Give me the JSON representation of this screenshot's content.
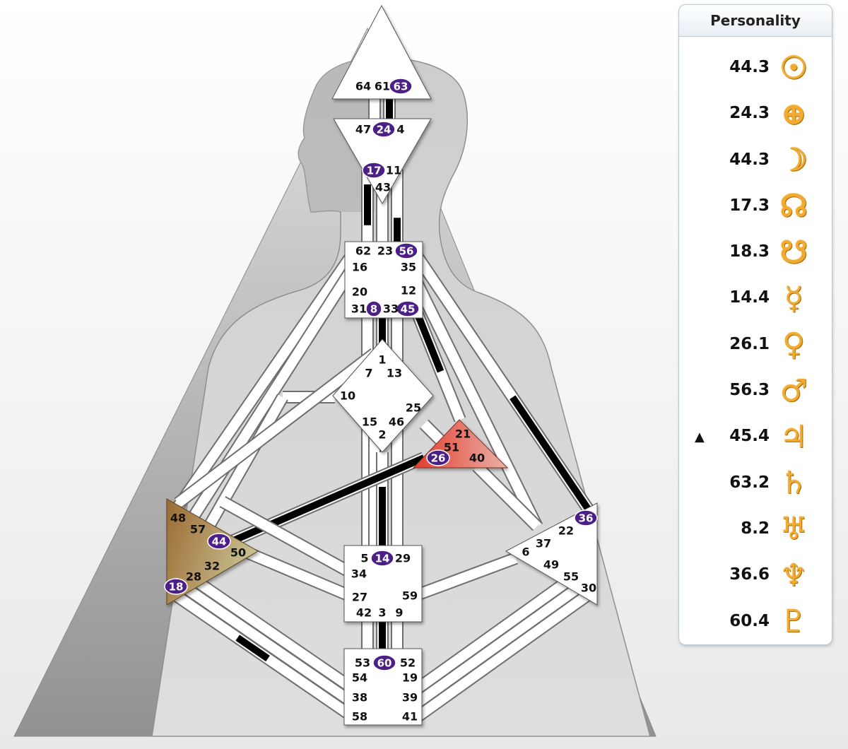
{
  "bodygraph": {
    "gates": [
      {
        "number": "64",
        "center": "head",
        "active": false
      },
      {
        "number": "61",
        "center": "head",
        "active": false
      },
      {
        "number": "63",
        "center": "head",
        "active": true
      },
      {
        "number": "47",
        "center": "ajna",
        "active": false
      },
      {
        "number": "24",
        "center": "ajna",
        "active": true
      },
      {
        "number": "4",
        "center": "ajna",
        "active": false
      },
      {
        "number": "17",
        "center": "ajna",
        "active": true
      },
      {
        "number": "11",
        "center": "ajna",
        "active": false
      },
      {
        "number": "43",
        "center": "ajna",
        "active": false
      },
      {
        "number": "62",
        "center": "throat",
        "active": false
      },
      {
        "number": "23",
        "center": "throat",
        "active": false
      },
      {
        "number": "56",
        "center": "throat",
        "active": true
      },
      {
        "number": "16",
        "center": "throat",
        "active": false
      },
      {
        "number": "35",
        "center": "throat",
        "active": false
      },
      {
        "number": "20",
        "center": "throat",
        "active": false
      },
      {
        "number": "12",
        "center": "throat",
        "active": false
      },
      {
        "number": "31",
        "center": "throat",
        "active": false
      },
      {
        "number": "8",
        "center": "throat",
        "active": true
      },
      {
        "number": "33",
        "center": "throat",
        "active": false
      },
      {
        "number": "45",
        "center": "throat",
        "active": true
      },
      {
        "number": "1",
        "center": "g",
        "active": false
      },
      {
        "number": "7",
        "center": "g",
        "active": false
      },
      {
        "number": "13",
        "center": "g",
        "active": false
      },
      {
        "number": "10",
        "center": "g",
        "active": false
      },
      {
        "number": "25",
        "center": "g",
        "active": false
      },
      {
        "number": "15",
        "center": "g",
        "active": false
      },
      {
        "number": "46",
        "center": "g",
        "active": false
      },
      {
        "number": "2",
        "center": "g",
        "active": false
      },
      {
        "number": "21",
        "center": "ego",
        "active": false
      },
      {
        "number": "51",
        "center": "ego",
        "active": false
      },
      {
        "number": "26",
        "center": "ego",
        "active": true
      },
      {
        "number": "40",
        "center": "ego",
        "active": false
      },
      {
        "number": "48",
        "center": "spleen",
        "active": false
      },
      {
        "number": "57",
        "center": "spleen",
        "active": false
      },
      {
        "number": "44",
        "center": "spleen",
        "active": true
      },
      {
        "number": "50",
        "center": "spleen",
        "active": false
      },
      {
        "number": "32",
        "center": "spleen",
        "active": false
      },
      {
        "number": "28",
        "center": "spleen",
        "active": false
      },
      {
        "number": "18",
        "center": "spleen",
        "active": true
      },
      {
        "number": "36",
        "center": "solar-plexus",
        "active": true
      },
      {
        "number": "22",
        "center": "solar-plexus",
        "active": false
      },
      {
        "number": "37",
        "center": "solar-plexus",
        "active": false
      },
      {
        "number": "6",
        "center": "solar-plexus",
        "active": false
      },
      {
        "number": "49",
        "center": "solar-plexus",
        "active": false
      },
      {
        "number": "55",
        "center": "solar-plexus",
        "active": false
      },
      {
        "number": "30",
        "center": "solar-plexus",
        "active": false
      },
      {
        "number": "5",
        "center": "sacral",
        "active": false
      },
      {
        "number": "14",
        "center": "sacral",
        "active": true
      },
      {
        "number": "29",
        "center": "sacral",
        "active": false
      },
      {
        "number": "34",
        "center": "sacral",
        "active": false
      },
      {
        "number": "27",
        "center": "sacral",
        "active": false
      },
      {
        "number": "59",
        "center": "sacral",
        "active": false
      },
      {
        "number": "42",
        "center": "sacral",
        "active": false
      },
      {
        "number": "3",
        "center": "sacral",
        "active": false
      },
      {
        "number": "9",
        "center": "sacral",
        "active": false
      },
      {
        "number": "53",
        "center": "root",
        "active": false
      },
      {
        "number": "60",
        "center": "root",
        "active": true
      },
      {
        "number": "52",
        "center": "root",
        "active": false
      },
      {
        "number": "54",
        "center": "root",
        "active": false
      },
      {
        "number": "19",
        "center": "root",
        "active": false
      },
      {
        "number": "38",
        "center": "root",
        "active": false
      },
      {
        "number": "39",
        "center": "root",
        "active": false
      },
      {
        "number": "58",
        "center": "root",
        "active": false
      },
      {
        "number": "41",
        "center": "root",
        "active": false
      }
    ],
    "defined_centers": [
      "spleen",
      "ego"
    ],
    "colors": {
      "active_gate_badge": "#4b1f86",
      "defined_channel": "#000000",
      "center_fill": "#ffffff",
      "spleen_fill": "#a0743c",
      "ego_fill": "#e2473b",
      "background_triangle": "#9a9a9a",
      "silhouette": "#b4b4b4"
    }
  },
  "personality_panel": {
    "title": "Personality",
    "planets": [
      {
        "name": "Sun",
        "glyph": "☉",
        "value": "44.3",
        "marker": ""
      },
      {
        "name": "Earth",
        "glyph": "⊕",
        "value": "24.3",
        "marker": ""
      },
      {
        "name": "Moon",
        "glyph": "☽",
        "value": "44.3",
        "marker": ""
      },
      {
        "name": "North Node",
        "glyph": "☊",
        "value": "17.3",
        "marker": ""
      },
      {
        "name": "South Node",
        "glyph": "☋",
        "value": "18.3",
        "marker": ""
      },
      {
        "name": "Mercury",
        "glyph": "☿",
        "value": "14.4",
        "marker": ""
      },
      {
        "name": "Venus",
        "glyph": "♀",
        "value": "26.1",
        "marker": ""
      },
      {
        "name": "Mars",
        "glyph": "♂",
        "value": "56.3",
        "marker": ""
      },
      {
        "name": "Jupiter",
        "glyph": "♃",
        "value": "45.4",
        "marker": "▲"
      },
      {
        "name": "Saturn",
        "glyph": "♄",
        "value": "63.2",
        "marker": ""
      },
      {
        "name": "Uranus",
        "glyph": "♅",
        "value": "8.2",
        "marker": ""
      },
      {
        "name": "Neptune",
        "glyph": "♆",
        "value": "36.6",
        "marker": ""
      },
      {
        "name": "Pluto",
        "glyph": "♇",
        "value": "60.4",
        "marker": ""
      }
    ],
    "colors": {
      "glyph": "#f0ab33",
      "glyph_shadow": "#a86a05",
      "border": "#b7c7d4"
    }
  }
}
